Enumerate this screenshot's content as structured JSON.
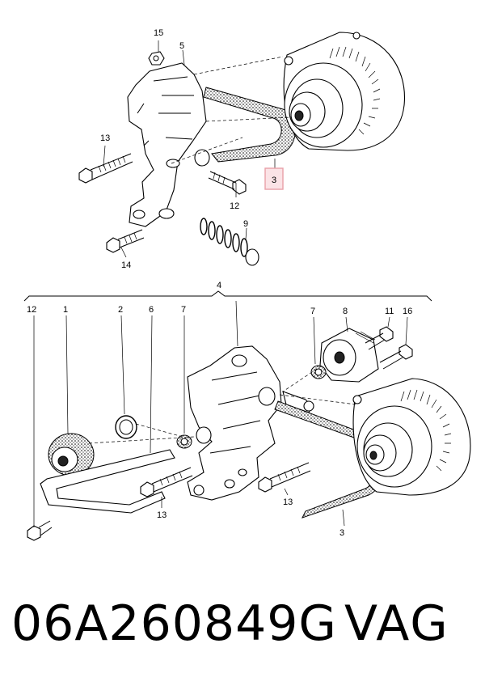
{
  "diagram": {
    "upper_callouts": {
      "c15": "15",
      "c5": "5",
      "c13": "13",
      "c12": "12",
      "c3": "3",
      "c9": "9",
      "c14": "14"
    },
    "lower_callouts": {
      "c4": "4",
      "c12": "12",
      "c1": "1",
      "c2": "2",
      "c6": "6",
      "c7a": "7",
      "c7b": "7",
      "c8": "8",
      "c11": "11",
      "c16": "16",
      "c13a": "13",
      "c13b": "13",
      "c3": "3"
    },
    "highlight_color": "#e8a0a8"
  },
  "footer": {
    "part_number": "06A260849G",
    "brand": "VAG"
  }
}
